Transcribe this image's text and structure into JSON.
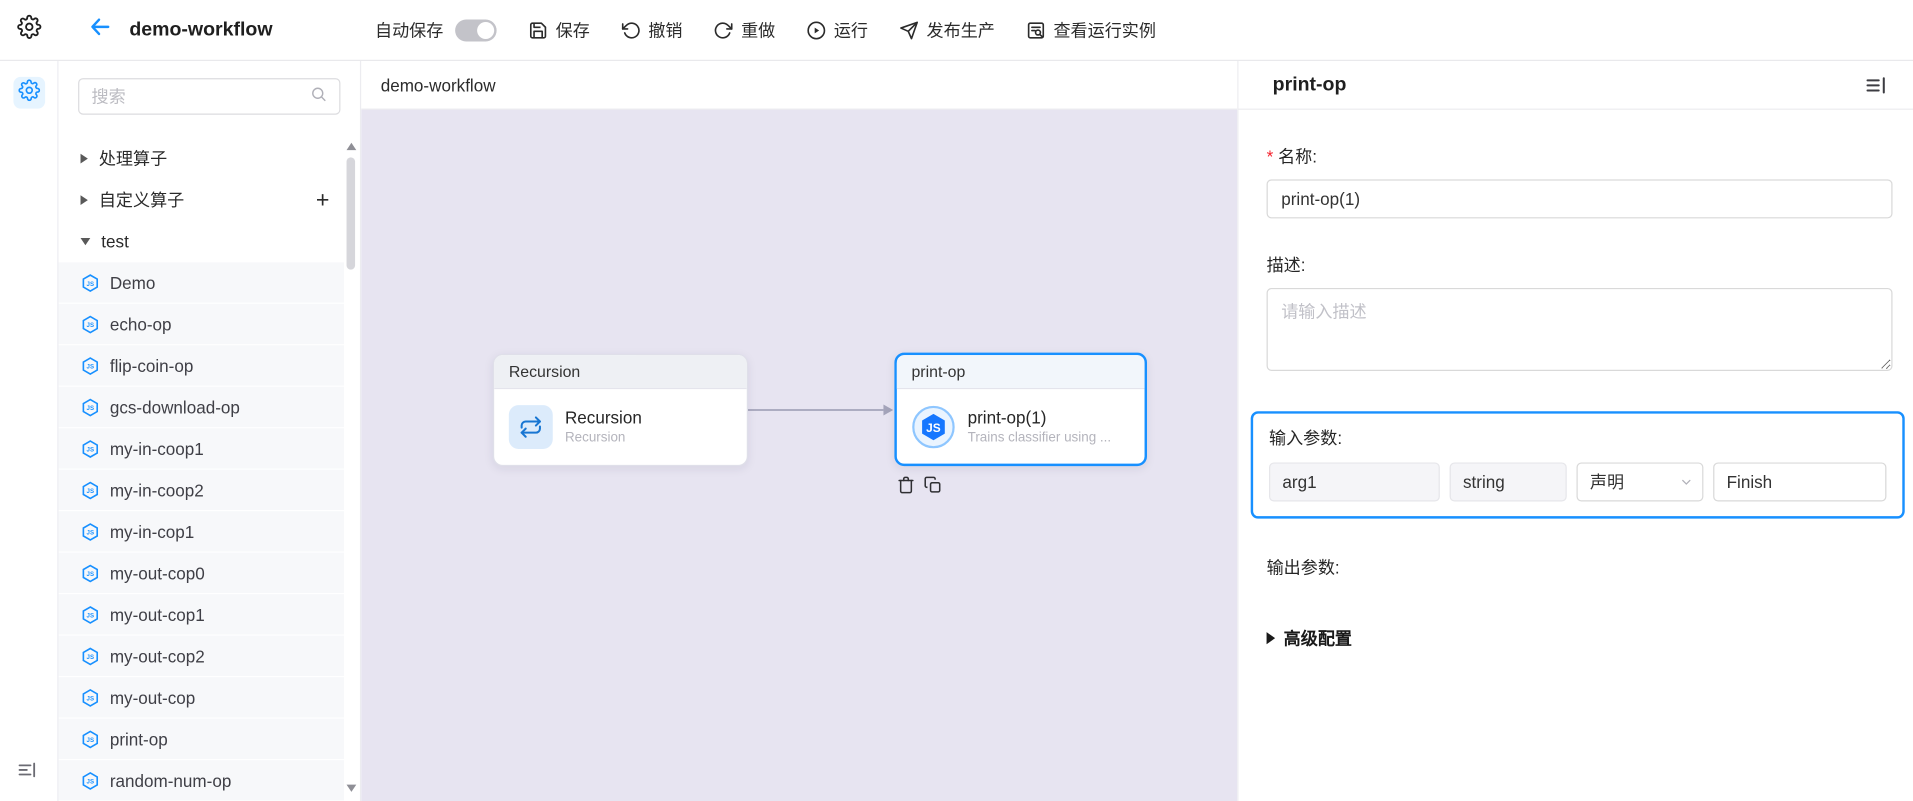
{
  "topbar": {
    "title": "demo-workflow",
    "autosave_label": "自动保存",
    "autosave_on": false,
    "buttons": [
      {
        "id": "save",
        "label": "保存"
      },
      {
        "id": "undo",
        "label": "撤销"
      },
      {
        "id": "redo",
        "label": "重做"
      },
      {
        "id": "run",
        "label": "运行"
      },
      {
        "id": "publish",
        "label": "发布生产"
      },
      {
        "id": "view-runs",
        "label": "查看运行实例"
      }
    ]
  },
  "sidebar": {
    "search_placeholder": "搜索",
    "groups": [
      {
        "label": "处理算子",
        "expanded": false
      },
      {
        "label": "自定义算子",
        "expanded": false,
        "has_add": true
      },
      {
        "label": "test",
        "expanded": true
      }
    ],
    "operators": [
      "Demo",
      "echo-op",
      "flip-coin-op",
      "gcs-download-op",
      "my-in-coop1",
      "my-in-coop2",
      "my-in-cop1",
      "my-out-cop0",
      "my-out-cop1",
      "my-out-cop2",
      "my-out-cop",
      "print-op",
      "random-num-op"
    ]
  },
  "canvas": {
    "tab_title": "demo-workflow",
    "nodes": [
      {
        "header": "Recursion",
        "title": "Recursion",
        "subtitle": "Recursion",
        "selected": false
      },
      {
        "header": "print-op",
        "title": "print-op(1)",
        "subtitle": "Trains classifier using ...",
        "selected": true
      }
    ]
  },
  "inspector": {
    "title": "print-op",
    "name_label": "名称:",
    "name_value": "print-op(1)",
    "desc_label": "描述:",
    "desc_placeholder": "请输入描述",
    "input_params_label": "输入参数:",
    "param": {
      "name": "arg1",
      "type": "string",
      "mode": "声明",
      "value": "Finish"
    },
    "output_params_label": "输出参数:",
    "advanced_label": "高级配置"
  },
  "icons": {
    "settings-icon": "gear",
    "back-icon": "left-arrow",
    "save-icon": "floppy-disk",
    "undo-icon": "rotate-ccw",
    "redo-icon": "rotate-cw",
    "run-icon": "play-circle",
    "publish-icon": "paper-plane",
    "view-runs-icon": "document-magnifier",
    "search-icon": "magnifier",
    "add-icon": "+",
    "delete-icon": "trash",
    "copy-icon": "duplicate",
    "recursion-icon": "loop-arrows",
    "js-operator-icon": "JS-hexagon",
    "collapse-panel-icon": "lines"
  },
  "colors": {
    "accent": "#1890ff",
    "canvas_bg": "#e7e4f1",
    "required": "#f5222d"
  }
}
